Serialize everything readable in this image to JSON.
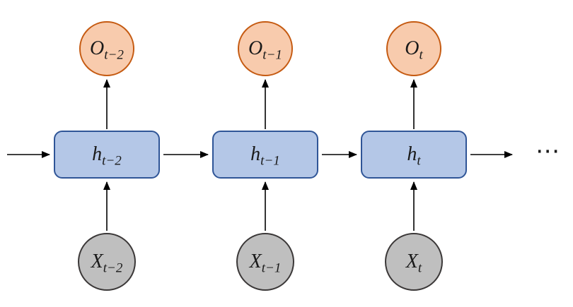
{
  "diagram": {
    "columns": [
      {
        "output": {
          "base": "O",
          "sub": "t−2"
        },
        "hidden": {
          "base": "h",
          "sub": "t−2"
        },
        "input": {
          "base": "X",
          "sub": "t−2"
        }
      },
      {
        "output": {
          "base": "O",
          "sub": "t−1"
        },
        "hidden": {
          "base": "h",
          "sub": "t−1"
        },
        "input": {
          "base": "X",
          "sub": "t−1"
        }
      },
      {
        "output": {
          "base": "O",
          "sub": "t"
        },
        "hidden": {
          "base": "h",
          "sub": "t"
        },
        "input": {
          "base": "X",
          "sub": "t"
        }
      }
    ],
    "ellipsis": "⋯",
    "colors": {
      "background": "#FFFFFF",
      "output_fill": "#F8CBAD",
      "output_border": "#C55A11",
      "hidden_fill": "#B4C7E7",
      "hidden_border": "#2F5597",
      "input_fill": "#BFBFBF",
      "input_border": "#3B3838",
      "arrow": "#000000"
    }
  }
}
